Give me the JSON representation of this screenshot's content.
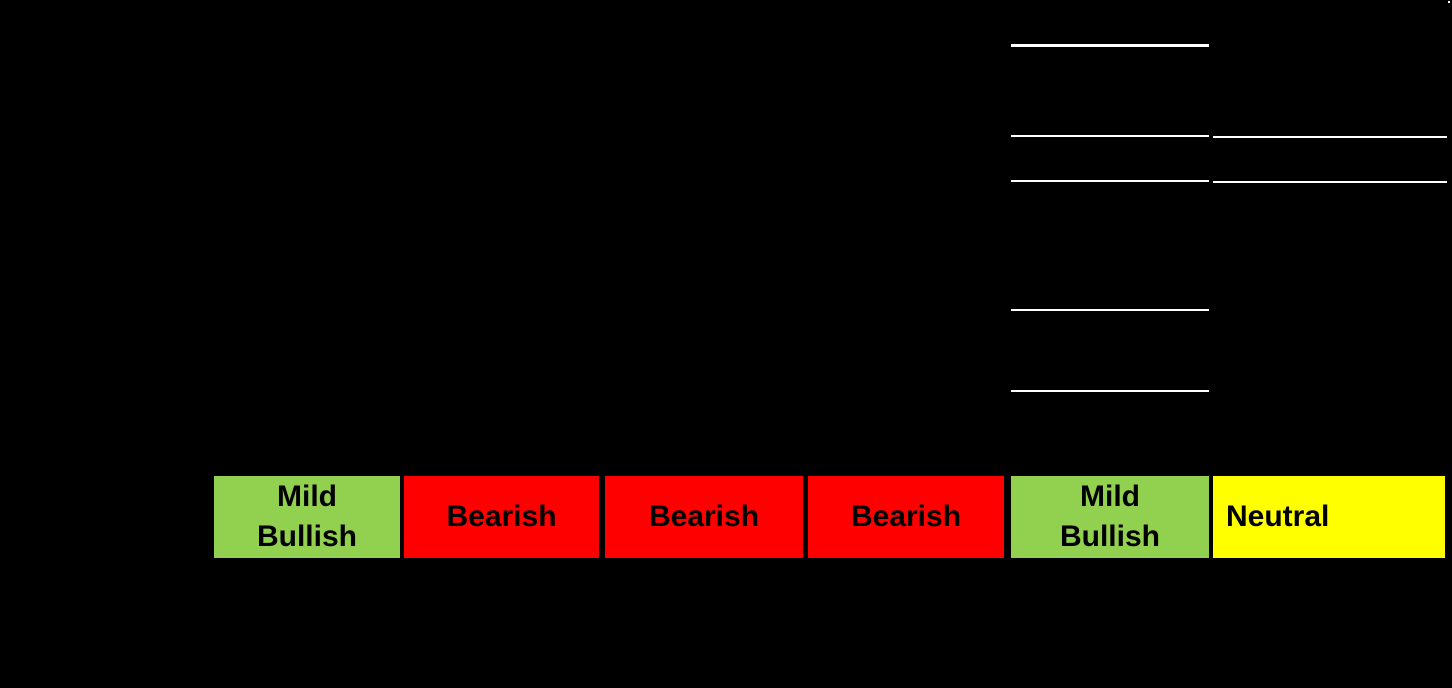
{
  "canvas": {
    "background_color": "#000000",
    "border_line_color": "#FFFFFF",
    "text_color": "#000000"
  },
  "signal_row": {
    "cells": [
      {
        "label": "Mild Bullish",
        "sentiment": "mild-bullish",
        "color": "#92D050"
      },
      {
        "label": "Bearish",
        "sentiment": "bearish",
        "color": "#FF0000"
      },
      {
        "label": "Bearish",
        "sentiment": "bearish",
        "color": "#FF0000"
      },
      {
        "label": "Bearish",
        "sentiment": "bearish",
        "color": "#FF0000"
      },
      {
        "label": "Mild Bullish",
        "sentiment": "mild-bullish",
        "color": "#92D050"
      },
      {
        "label": "Neutral",
        "sentiment": "neutral",
        "color": "#FFFF00"
      }
    ]
  }
}
